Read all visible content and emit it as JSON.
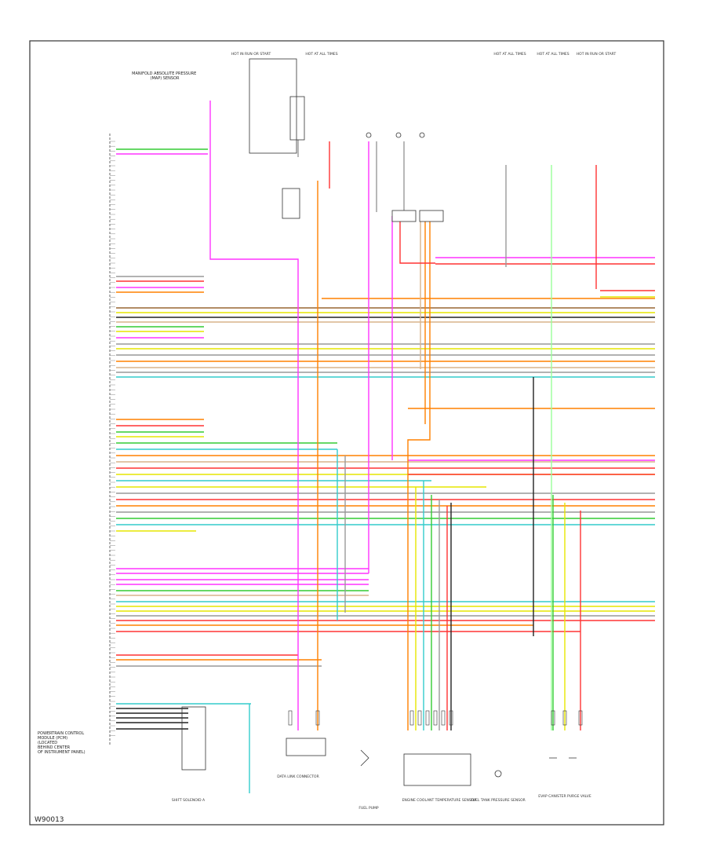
{
  "diagram": {
    "figure_code": "W90013",
    "pcm_label": [
      "POWERTRAIN CONTROL",
      "MODULE (PCM)",
      "(LOCATED",
      "BEHIND CENTER",
      "OF INSTRUMENT PANEL)"
    ],
    "top_left_label": [
      "MANIFOLD ABSOLUTE PRESSURE",
      "(MAP) SENSOR"
    ],
    "tag_colors": {
      "pink": "#ff33ff",
      "red": "#ff3333",
      "orange": "#ff8000",
      "green": "#33cc33",
      "cyan": "#33cccc",
      "yellow": "#e6e600",
      "brown": "#996633",
      "gray": "#999999",
      "black": "#222222",
      "tan": "#d9b38c",
      "violet": "#cc33ff",
      "lightgreen": "#99ff99"
    },
    "top_fuse_labels": [
      "HOT IN RUN OR START",
      "HOT AT ALL TIMES",
      "HOT AT ALL TIMES",
      "HOT AT ALL TIMES",
      "HOT IN RUN OR START"
    ],
    "bottom_components": [
      "DATA LINK CONNECTOR",
      "SHIFT SOLENOID A",
      "FUEL PUMP",
      "ENGINE COOLANT TEMPERATURE SENSOR",
      "FUEL TANK PRESSURE SENSOR",
      "EVAP CANISTER PURGE VALVE"
    ]
  }
}
